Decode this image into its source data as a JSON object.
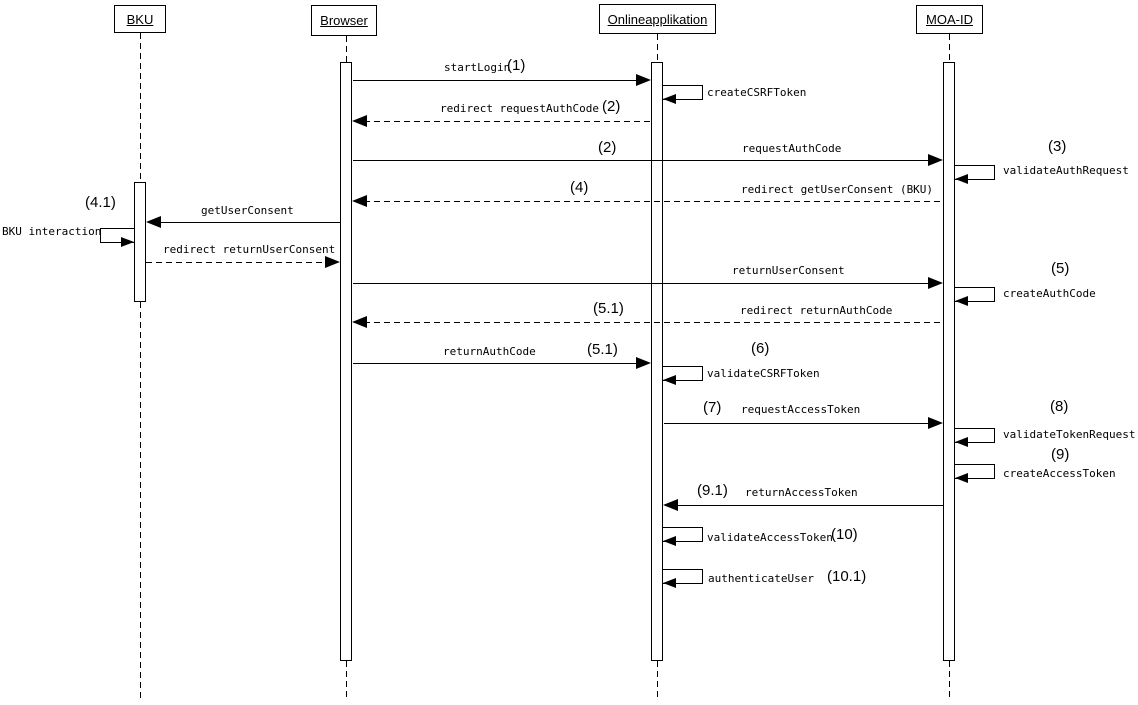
{
  "diagram_type": "uml-sequence",
  "actors": [
    "BKU",
    "Browser",
    "Onlineapplikation",
    "MOA-ID"
  ],
  "steps": [
    {
      "num": "(1)",
      "label": "startLogin",
      "from": "Browser",
      "to": "Onlineapplikation",
      "line": "solid"
    },
    {
      "label": "createCSRFToken",
      "self": "Onlineapplikation"
    },
    {
      "num": "(2)",
      "label": "redirect requestAuthCode",
      "from": "Onlineapplikation",
      "to": "Browser",
      "line": "dashed"
    },
    {
      "num": "(2)",
      "label": "requestAuthCode",
      "num_at_target": "(3)",
      "from": "Browser",
      "to": "MOA-ID",
      "line": "solid"
    },
    {
      "label": "validateAuthRequest",
      "self": "MOA-ID"
    },
    {
      "num": "(4)",
      "label": "redirect getUserConsent (BKU)",
      "from": "MOA-ID",
      "to": "Browser",
      "line": "dashed"
    },
    {
      "num": "(4.1)",
      "label": "getUserConsent",
      "from": "Browser",
      "to": "BKU",
      "line": "solid"
    },
    {
      "label": "BKU interaction",
      "self": "BKU"
    },
    {
      "label": "redirect returnUserConsent",
      "from": "BKU",
      "to": "Browser",
      "line": "dashed"
    },
    {
      "label": "returnUserConsent",
      "num_at_target": "(5)",
      "from": "Browser",
      "to": "MOA-ID",
      "line": "solid"
    },
    {
      "label": "createAuthCode",
      "self": "MOA-ID"
    },
    {
      "num": "(5.1)",
      "label": "redirect returnAuthCode",
      "from": "MOA-ID",
      "to": "Browser",
      "line": "dashed"
    },
    {
      "label": "returnAuthCode",
      "num": "(5.1)",
      "num_at_target": "(6)",
      "from": "Browser",
      "to": "Onlineapplikation",
      "line": "solid"
    },
    {
      "label": "validateCSRFToken",
      "self": "Onlineapplikation"
    },
    {
      "num": "(7)",
      "label": "requestAccessToken",
      "num_at_target": "(8)",
      "from": "Onlineapplikation",
      "to": "MOA-ID",
      "line": "solid"
    },
    {
      "label": "validateTokenRequest",
      "self": "MOA-ID"
    },
    {
      "num_at_target": "(9)",
      "label": "createAccessToken",
      "self": "MOA-ID"
    },
    {
      "num": "(9.1)",
      "label": "returnAccessToken",
      "from": "MOA-ID",
      "to": "Onlineapplikation",
      "line": "solid"
    },
    {
      "label": "validateAccessToken",
      "num": "(10)",
      "self": "Onlineapplikation"
    },
    {
      "label": "authenticateUser",
      "num": "(10.1)",
      "self": "Onlineapplikation"
    }
  ]
}
